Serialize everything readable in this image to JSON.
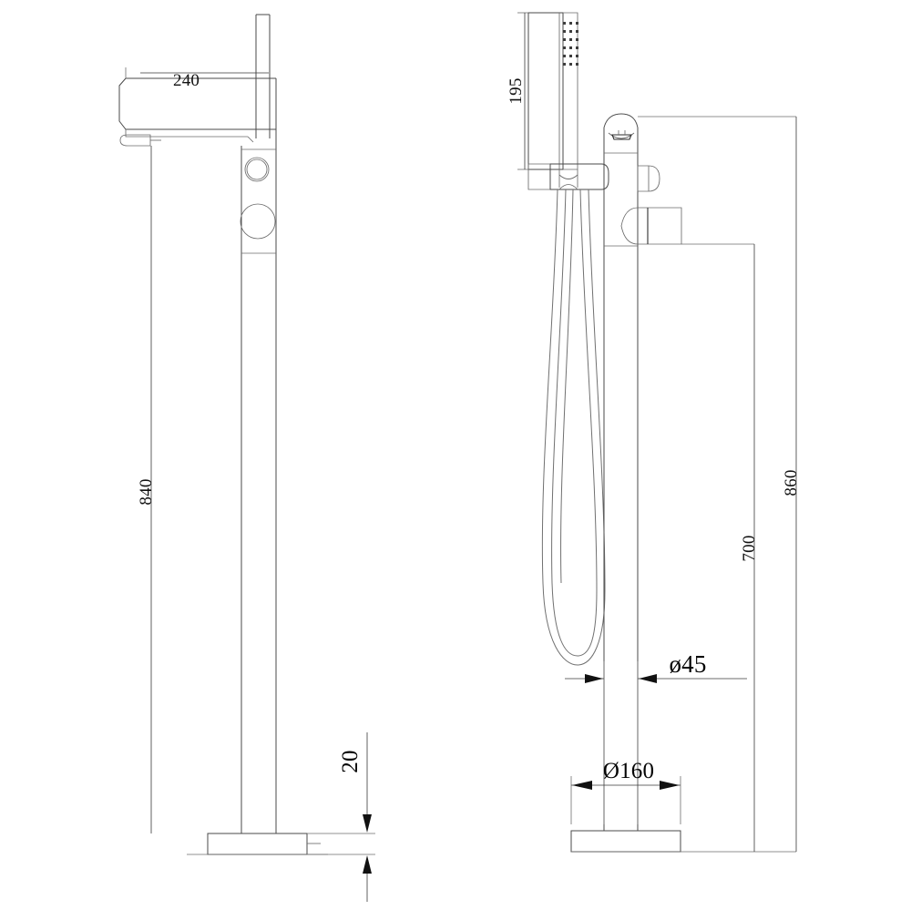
{
  "drawing": {
    "title": "Freestanding bath shower mixer technical drawing",
    "units": "mm",
    "background_color": "#ffffff",
    "line_color": "#4a4a4a",
    "text_color": "#111111",
    "views": [
      {
        "name": "side-elevation-left",
        "description": "Side elevation of floor mounted bath spout column"
      },
      {
        "name": "front-elevation-right",
        "description": "Front elevation of floor mounted bath shower mixer with handshower"
      }
    ]
  },
  "dimensions": {
    "spout_projection": {
      "label": "240",
      "value": 240,
      "view": "side-elevation-left",
      "orientation": "horizontal"
    },
    "spout_height": {
      "label": "840",
      "value": 840,
      "view": "side-elevation-left",
      "orientation": "vertical"
    },
    "base_plate_thickness": {
      "label": "20",
      "value": 20,
      "view": "side-elevation-left",
      "orientation": "vertical"
    },
    "handshower_length": {
      "label": "195",
      "value": 195,
      "view": "front-elevation-right",
      "orientation": "vertical"
    },
    "overall_height": {
      "label": "860",
      "value": 860,
      "view": "front-elevation-right",
      "orientation": "vertical"
    },
    "diverter_height": {
      "label": "700",
      "value": 700,
      "view": "front-elevation-right",
      "orientation": "vertical"
    },
    "column_diameter": {
      "label": "ø45",
      "value": 45,
      "view": "front-elevation-right",
      "orientation": "horizontal"
    },
    "base_plate_diameter": {
      "label": "Ø160",
      "value": 160,
      "view": "front-elevation-right",
      "orientation": "horizontal"
    }
  },
  "components": {
    "spout": "rectangular-spout",
    "riser_tube": "thin-riser-tube",
    "diverter_knob": "small-round-diverter",
    "mixer_handle": "large-round-handle",
    "base_plate": "round-base-plate",
    "handshower": "square-handshower-with-spray-grid",
    "handshower_holder": "wall-holder-bracket",
    "hose": "flexible-shower-hose-loop",
    "outlet": "top-spout-outlet"
  }
}
